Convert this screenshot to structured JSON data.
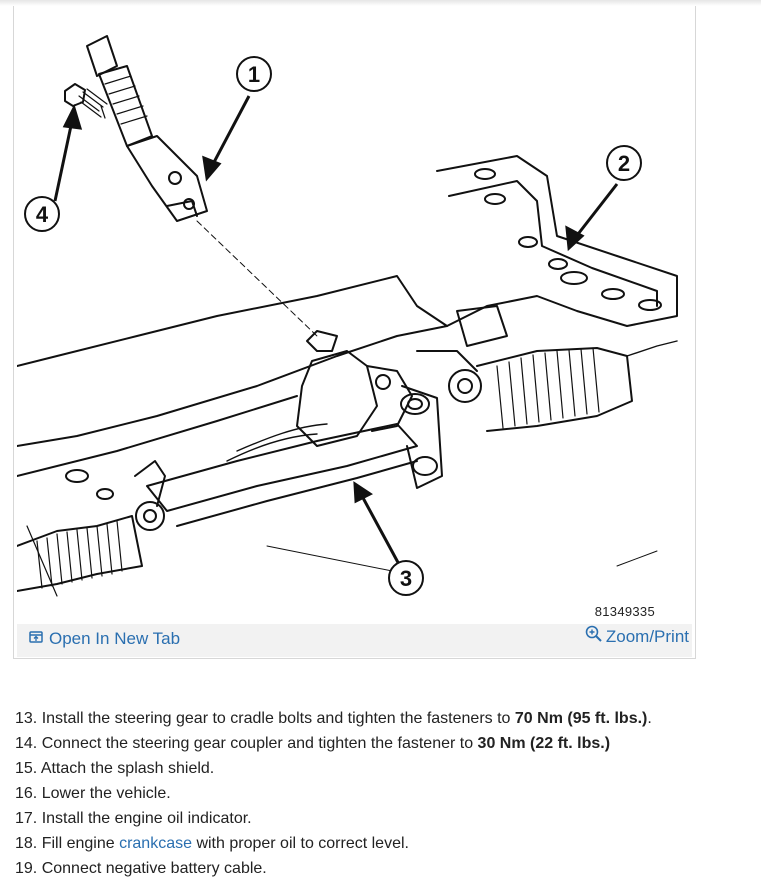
{
  "figure": {
    "callouts": [
      "1",
      "2",
      "3",
      "4"
    ],
    "image_id": "81349335",
    "open_tab_label": "Open In New Tab",
    "zoom_print_label": "Zoom/Print",
    "icons": {
      "open_tab": "external-tab-icon",
      "zoom": "zoom-in-icon"
    }
  },
  "steps": [
    {
      "num": "13.",
      "pre": "Install the steering gear to cradle bolts and tighten the fasteners to ",
      "bold": "70 Nm (95 ft. lbs.)",
      "post": "."
    },
    {
      "num": "14.",
      "pre": "Connect the steering gear coupler and tighten the fastener to ",
      "bold": "30 Nm (22 ft. lbs.)",
      "post": ""
    },
    {
      "num": "15.",
      "pre": "Attach the splash shield.",
      "bold": "",
      "post": ""
    },
    {
      "num": "16.",
      "pre": "Lower the vehicle.",
      "bold": "",
      "post": ""
    },
    {
      "num": "17.",
      "pre": "Install the engine oil indicator.",
      "bold": "",
      "post": ""
    },
    {
      "num": "18.",
      "pre": "Fill engine ",
      "link": "crankcase",
      "post": " with proper oil to correct level."
    },
    {
      "num": "19.",
      "pre": "Connect negative battery cable.",
      "bold": "",
      "post": ""
    }
  ],
  "colors": {
    "link": "#2a6fb0",
    "footer_bg": "#f2f2f2"
  }
}
